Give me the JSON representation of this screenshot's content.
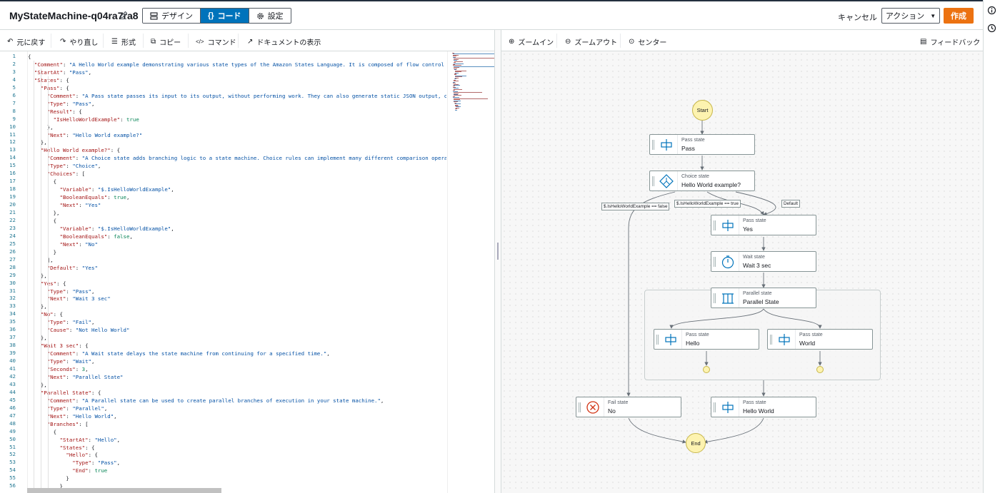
{
  "header": {
    "title": "MyStateMachine-q04ra7ra8",
    "tabs": [
      {
        "label": "デザイン"
      },
      {
        "label": "コード"
      },
      {
        "label": "設定"
      }
    ],
    "cancel": "キャンセル",
    "actions": "アクション",
    "create": "作成"
  },
  "toolbar": {
    "undo": "元に戻す",
    "redo": "やり直し",
    "format": "形式",
    "copy": "コピー",
    "commands": "コマンド",
    "docs": "ドキュメントの表示"
  },
  "graph_toolbar": {
    "zoom_in": "ズームイン",
    "zoom_out": "ズームアウト",
    "center": "センター",
    "feedback": "フィードバック"
  },
  "line_numbers": [
    "1",
    "2",
    "3",
    "4",
    "5",
    "6",
    "7",
    "8",
    "9",
    "10",
    "11",
    "12",
    "13",
    "14",
    "15",
    "16",
    "17",
    "18",
    "19",
    "20",
    "21",
    "22",
    "23",
    "24",
    "25",
    "26",
    "27",
    "28",
    "29",
    "30",
    "31",
    "32",
    "33",
    "34",
    "35",
    "36",
    "37",
    "38",
    "39",
    "40",
    "41",
    "42",
    "43",
    "44",
    "45",
    "46",
    "47",
    "48",
    "49",
    "50",
    "51",
    "52",
    "53",
    "54",
    "55",
    "56"
  ],
  "code_lines": [
    "{",
    "  \"Comment\": \"A Hello World example demonstrating various state types of the Amazon States Language. It is composed of flow control s",
    "  \"StartAt\": \"Pass\",",
    "  \"States\": {",
    "    \"Pass\": {",
    "      \"Comment\": \"A Pass state passes its input to its output, without performing work. They can also generate static JSON output, or",
    "      \"Type\": \"Pass\",",
    "      \"Result\": {",
    "        \"IsHelloWorldExample\": true",
    "      },",
    "      \"Next\": \"Hello World example?\"",
    "    },",
    "    \"Hello World example?\": {",
    "      \"Comment\": \"A Choice state adds branching logic to a state machine. Choice rules can implement many different comparison operat",
    "      \"Type\": \"Choice\",",
    "      \"Choices\": [",
    "        {",
    "          \"Variable\": \"$.IsHelloWorldExample\",",
    "          \"BooleanEquals\": true,",
    "          \"Next\": \"Yes\"",
    "        },",
    "        {",
    "          \"Variable\": \"$.IsHelloWorldExample\",",
    "          \"BooleanEquals\": false,",
    "          \"Next\": \"No\"",
    "        }",
    "      ],",
    "      \"Default\": \"Yes\"",
    "    },",
    "    \"Yes\": {",
    "      \"Type\": \"Pass\",",
    "      \"Next\": \"Wait 3 sec\"",
    "    },",
    "    \"No\": {",
    "      \"Type\": \"Fail\",",
    "      \"Cause\": \"Not Hello World\"",
    "    },",
    "    \"Wait 3 sec\": {",
    "      \"Comment\": \"A Wait state delays the state machine from continuing for a specified time.\",",
    "      \"Type\": \"Wait\",",
    "      \"Seconds\": 3,",
    "      \"Next\": \"Parallel State\"",
    "    },",
    "    \"Parallel State\": {",
    "      \"Comment\": \"A Parallel state can be used to create parallel branches of execution in your state machine.\",",
    "      \"Type\": \"Parallel\",",
    "      \"Next\": \"Hello World\",",
    "      \"Branches\": [",
    "        {",
    "          \"StartAt\": \"Hello\",",
    "          \"States\": {",
    "            \"Hello\": {",
    "              \"Type\": \"Pass\",",
    "              \"End\": true",
    "            }",
    "          }"
  ],
  "graph": {
    "start": "Start",
    "end": "End",
    "nodes": [
      {
        "type": "Pass state",
        "name": "Pass"
      },
      {
        "type": "Choice state",
        "name": "Hello World example?"
      },
      {
        "type": "Pass state",
        "name": "Yes"
      },
      {
        "type": "Wait state",
        "name": "Wait 3 sec"
      },
      {
        "type": "Parallel state",
        "name": "Parallel State"
      },
      {
        "type": "Pass state",
        "name": "Hello"
      },
      {
        "type": "Pass state",
        "name": "World"
      },
      {
        "type": "Fail state",
        "name": "No"
      },
      {
        "type": "Pass state",
        "name": "Hello World"
      }
    ],
    "edge_labels": [
      "$.IsHelloWorldExample == false",
      "$.IsHelloWorldExample == true",
      "Default"
    ]
  },
  "colors": {
    "accent": "#0073bb",
    "create": "#ec7211",
    "fail": "#d13212",
    "terminal": "#fdf3b0"
  }
}
